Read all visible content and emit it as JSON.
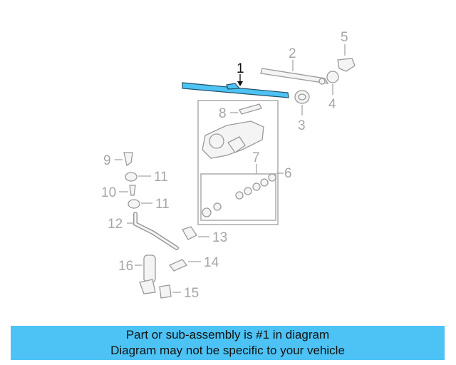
{
  "callouts": [
    "1",
    "2",
    "3",
    "4",
    "5",
    "6",
    "7",
    "8",
    "9",
    "10",
    "11",
    "11",
    "12",
    "13",
    "14",
    "15",
    "16"
  ],
  "highlighted_part": "1",
  "colors": {
    "highlight": "#4dc3f5",
    "banner": "#4dc3f5",
    "callout_inactive": "#a6a6a6",
    "callout_active": "#111111"
  },
  "banner": {
    "line1": "Part or sub-assembly is #1 in diagram",
    "line2": "Diagram may not be specific to your vehicle"
  }
}
